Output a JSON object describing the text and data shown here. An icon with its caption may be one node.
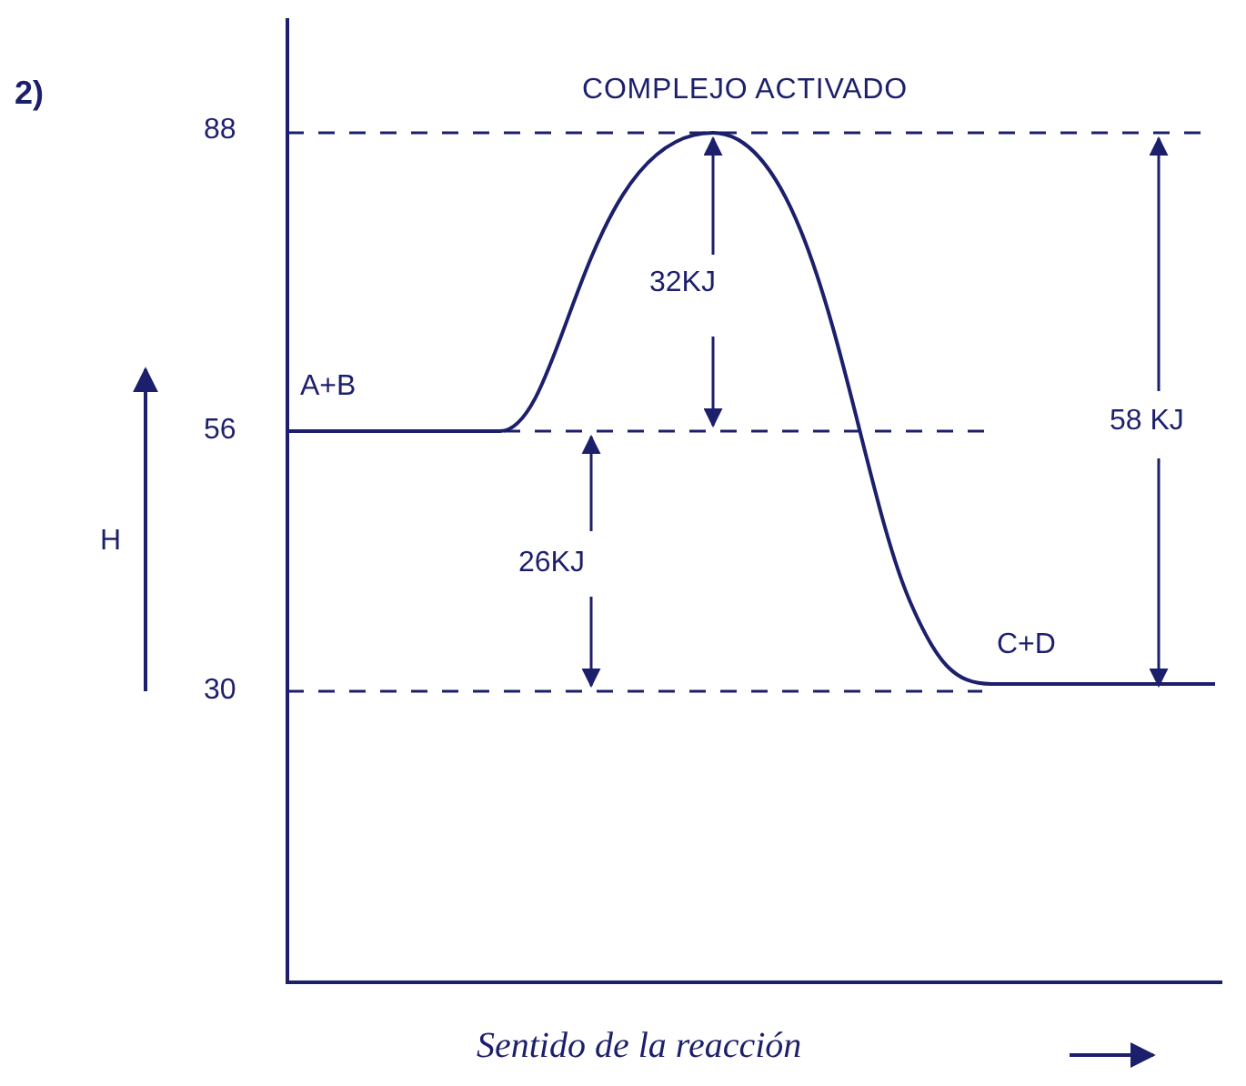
{
  "diagram": {
    "labels": [
      "2)",
      "COMPLEJO ACTIVADO",
      "88",
      "32KJ",
      "A+B",
      "56",
      "58 KJ",
      "H",
      "26KJ",
      "C+D",
      "30",
      "Sentido de la reacción"
    ]
  }
}
